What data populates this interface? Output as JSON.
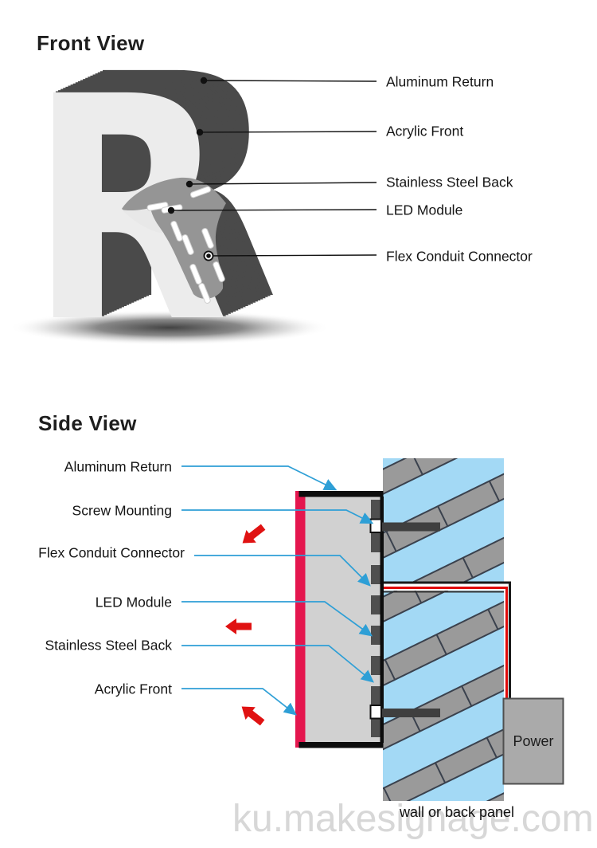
{
  "front_view": {
    "title": "Front View",
    "letter": "R",
    "labels": [
      "Aluminum Return",
      "Acrylic Front",
      "Stainless Steel Back",
      "LED Module",
      "Flex Conduit Connector"
    ]
  },
  "side_view": {
    "title": "Side View",
    "labels": [
      "Aluminum Return",
      "Screw Mounting",
      "Flex Conduit Connector",
      "LED Module",
      "Stainless Steel Back",
      "Acrylic Front"
    ],
    "power_label": "Power",
    "wall_caption": "wall or back panel"
  },
  "watermark": "ku.makesignage.com",
  "colors": {
    "acrylic_red": "#e4164e",
    "wire_red": "#e00a0a",
    "arrow_red": "#e01212",
    "leader_blue": "#2e9fd6",
    "wall_blue": "#a3d9f5",
    "stripe_gray": "#9a9a9a",
    "return_dark": "#4a4a4a",
    "front_light": "#ececec",
    "letter_body_gray": "#d1d1d1",
    "watermark_gray": "#d7d7d7"
  }
}
